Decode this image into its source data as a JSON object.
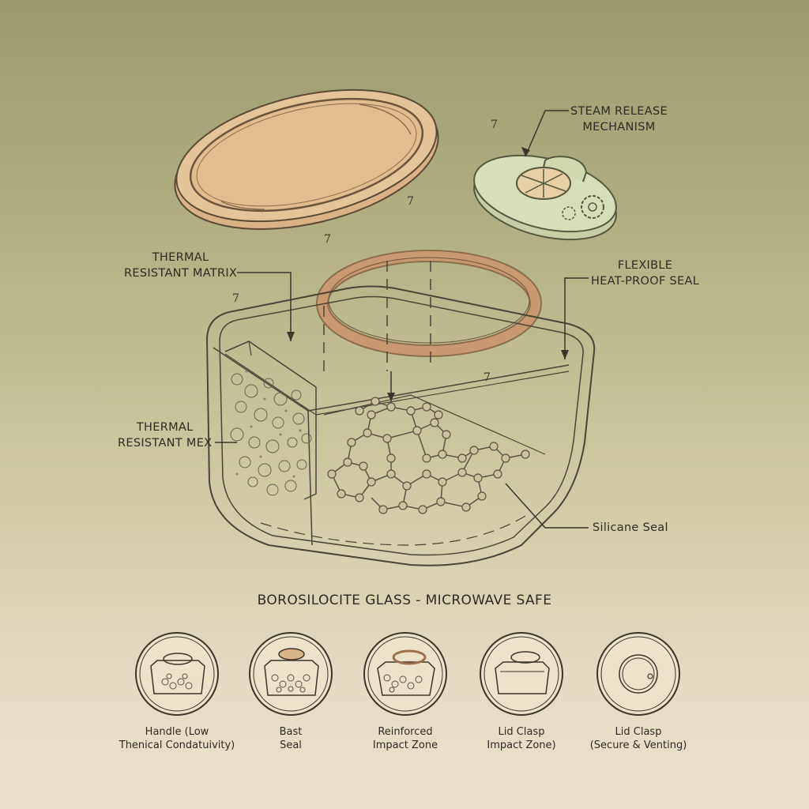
{
  "labels": {
    "steam_release": [
      "STEAM RELEASE",
      "MECHANISM"
    ],
    "thermal_matrix": [
      "THERMAL",
      "RESISTANT MATRIX"
    ],
    "flexible_seal": [
      "FLEXIBLE",
      "HEAT-PROOF SEAL"
    ],
    "thermal_mex": [
      "THERMAL",
      "RESISTANT MEX"
    ],
    "silicone_seal": "Silicane Seal"
  },
  "marks": [
    "7",
    "7",
    "7",
    "7",
    "7"
  ],
  "title": "BOROSILOCITE GLASS - MICROWAVE SAFE",
  "features": [
    {
      "icon": "container-icon",
      "lines": [
        "Handle (Low",
        "Thenical Condatuivity)"
      ]
    },
    {
      "icon": "seal-container-icon",
      "lines": [
        "Bast",
        "Seal"
      ]
    },
    {
      "icon": "reinforced-container-icon",
      "lines": [
        "Reinforced",
        "Impact Zone"
      ]
    },
    {
      "icon": "lid-clasp-container-icon",
      "lines": [
        "Lid Clasp",
        "Impact Zone)"
      ]
    },
    {
      "icon": "vent-lid-icon",
      "lines": [
        "Lid Clasp",
        "(Secure & Venting)"
      ]
    }
  ],
  "colors": {
    "lid": "#e6c49a",
    "seal": "#c89870",
    "vent_cap": "#d7dfb8",
    "line": "#4a4536"
  }
}
